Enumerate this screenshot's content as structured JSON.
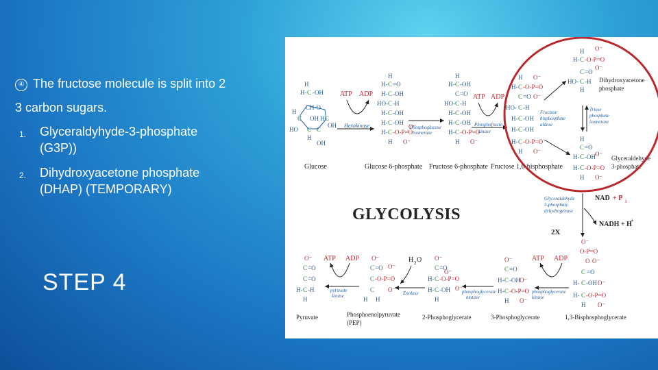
{
  "slide": {
    "bullet_text": "The fructose molecule is split into 2",
    "continuation_text": "3 carbon sugars.",
    "items": [
      {
        "number": "1.",
        "line1": "Glyceraldyhyde-3-phosphate",
        "line2": "(G3P))"
      },
      {
        "number": "2.",
        "line1": "Dihydroxyacetone phosphate",
        "line2": "(DHAP) (TEMPORARY)"
      }
    ],
    "step_label": "STEP 4"
  },
  "diagram": {
    "title": "GLYCOLYSIS",
    "multiplier": "2X",
    "molecules": {
      "glucose": "Glucose",
      "glucose6p": "Glucose 6-phosphate",
      "fructose6p": "Fructose 6-phosphate",
      "fructose16bp": "Fructose 1,6-bisphosphate",
      "dhap_line1": "Dihydroxyacetone",
      "dhap_line2": "phosphate",
      "g3p_line1": "Glyceraldehyde",
      "g3p_line2": "3-phosphate",
      "pyruvate": "Pyruvate",
      "pep_line1": "Phosphoenolpyruvate",
      "pep_line2": "(PEP)",
      "pg2": "2-Phosphoglycerate",
      "pg3": "3-Phosphoglycerate",
      "bpg13": "1,3-Bisphosphoglycerate"
    },
    "enzymes": {
      "hexokinase": "Hexokinase",
      "pgi_line1": "Phosphoglucose",
      "pgi_line2": "isomerase",
      "pfk_line1": "Phosphofructo",
      "pfk_line2": "kinase",
      "aldolase_line1": "Fructose",
      "aldolase_line2": "bisphosphate",
      "aldolase_line3": "aldose",
      "tpi_line1": "Triose",
      "tpi_line2": "phosphate",
      "tpi_line3": "isomerase",
      "gapdh_line1": "Glyceraldehyde",
      "gapdh_line2": "3-phosphate",
      "gapdh_line3": "dehydrogenase",
      "pk_line1": "pyruvate",
      "pk_line2": "kinase",
      "enolase": "Enolase",
      "pgm_line1": "phosphoglycerate",
      "pgm_line2": "mutase",
      "pgk_line1": "phosphoglycerate",
      "pgk_line2": "kinase"
    },
    "cofactors": {
      "atp": "ATP",
      "adp": "ADP",
      "nad": "NAD",
      "pi": "+ P",
      "pi_sub": "i",
      "nadh": "NADH + H",
      "nadh_sup": "+",
      "h2o": "H",
      "h2o_sub": "2",
      "h2o_o": "O"
    },
    "colors": {
      "carbon": "#2b8a2f",
      "phosphate": "#c8202a",
      "atoms": "#1f5fa8",
      "highlight_circle": "#b8282c"
    }
  }
}
